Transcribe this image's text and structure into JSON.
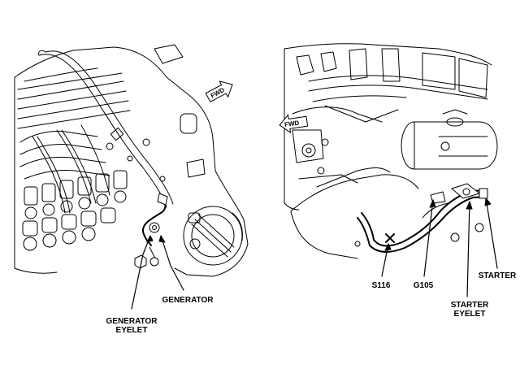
{
  "labels": {
    "generator_eyelet_line1": "GENERATOR",
    "generator_eyelet_line2": "EYELET",
    "generator": "GENERATOR",
    "s116": "S116",
    "g105": "G105",
    "starter": "STARTER",
    "starter_eyelet_line1": "STARTER",
    "starter_eyelet_line2": "EYELET"
  },
  "arrows": {
    "left_fwd": "FWD",
    "right_fwd": "FWD"
  },
  "colors": {
    "line": "#000000",
    "background": "#ffffff"
  }
}
